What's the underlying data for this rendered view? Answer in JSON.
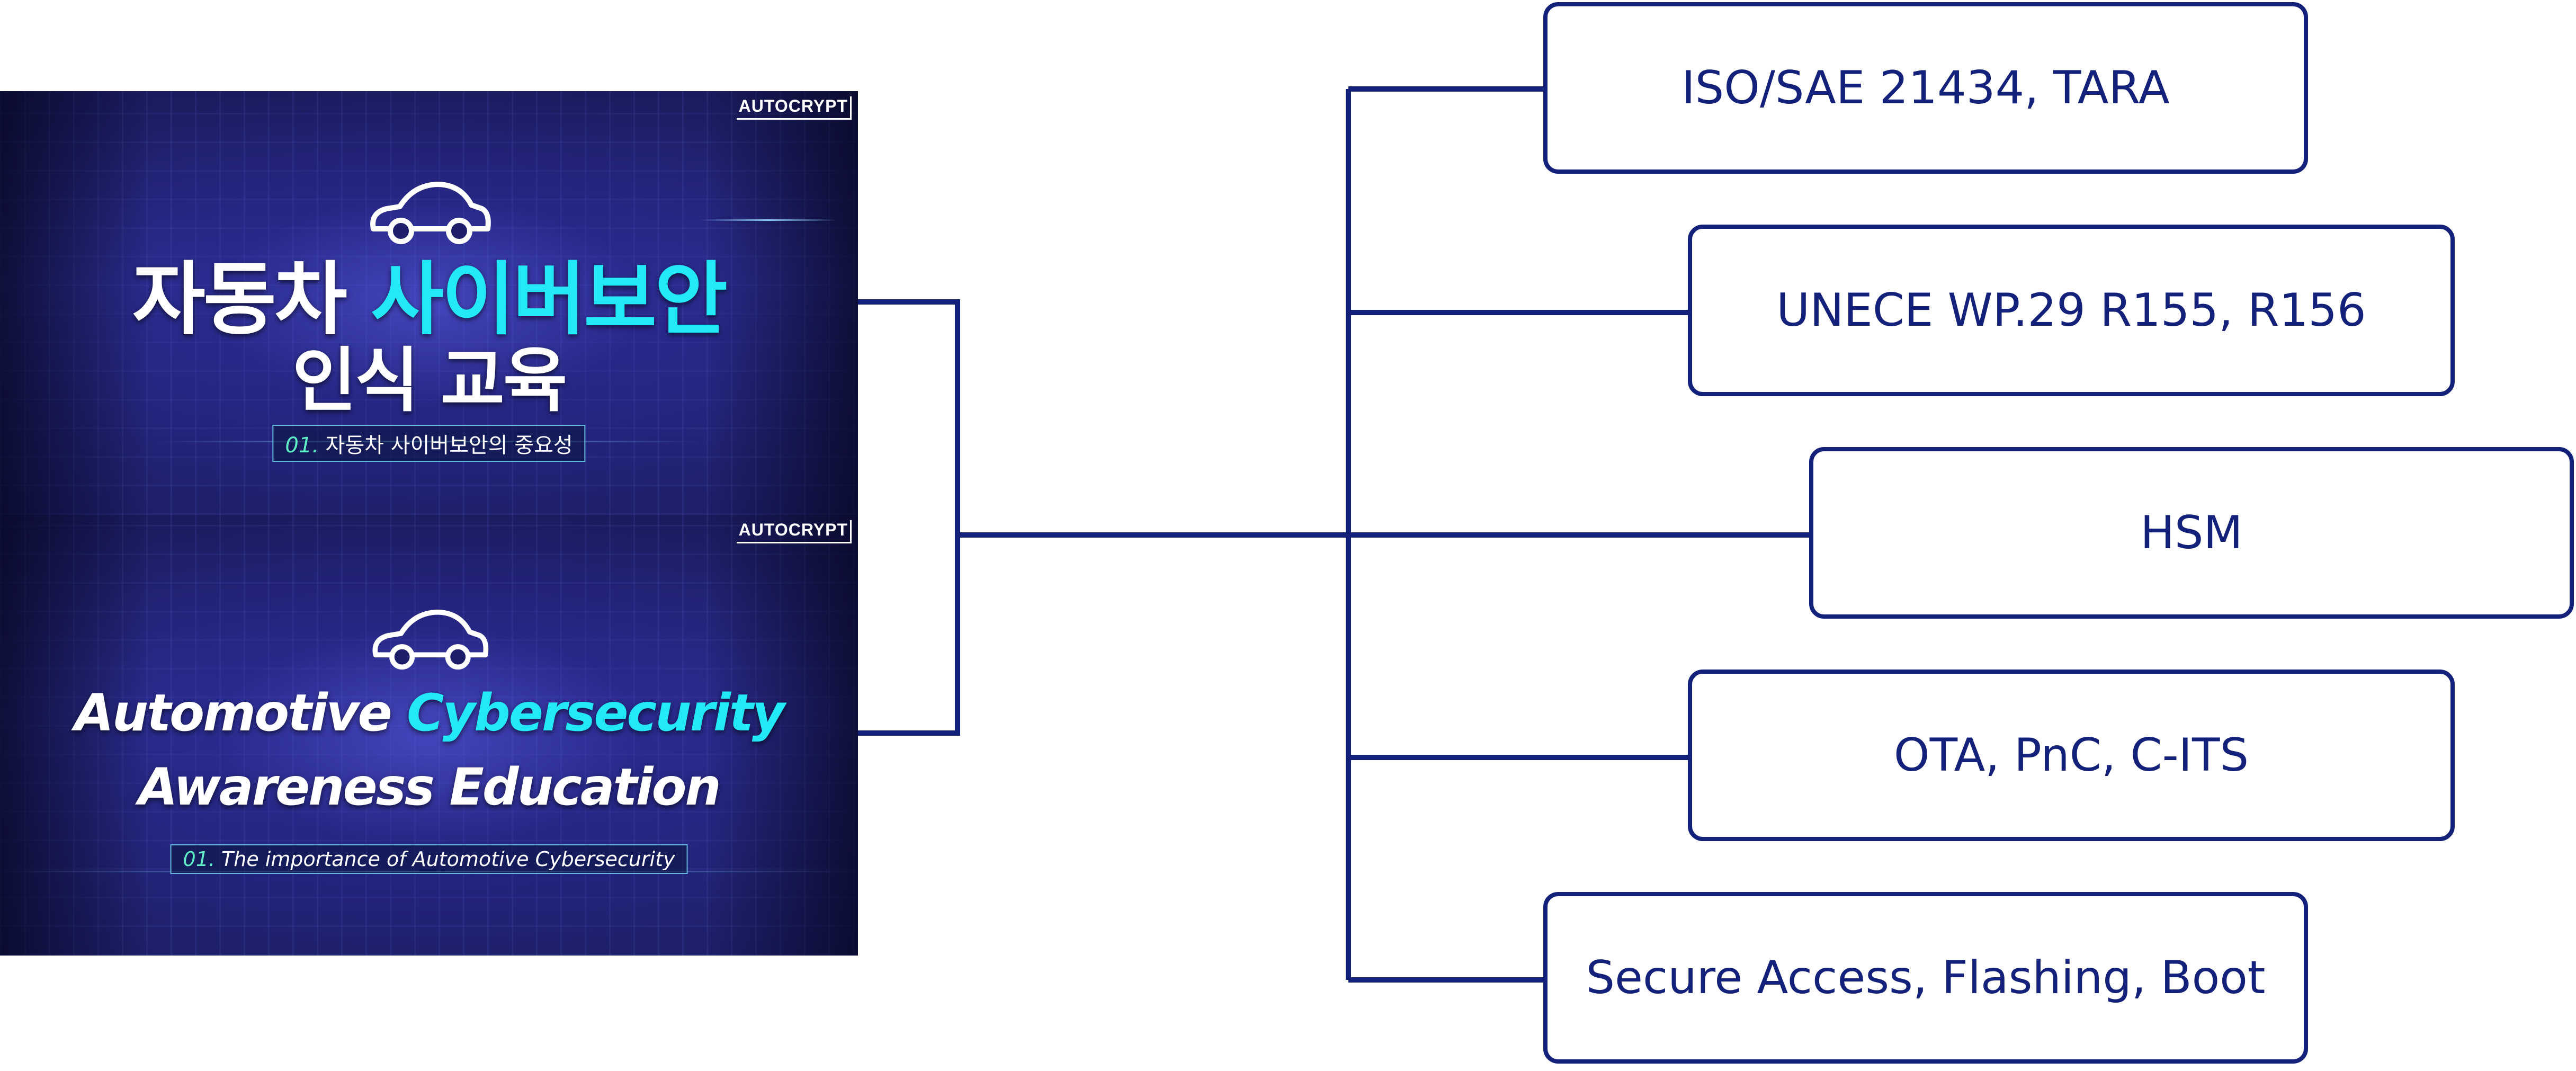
{
  "thumbnails": {
    "korean": {
      "logo": "AUTOCRYPT",
      "title_line1_white": "자동차 ",
      "title_line1_cyan": "사이버보안",
      "title_line2": "인식 교육",
      "subtitle_num": "01.",
      "subtitle_text": " 자동차 사이버보안의 중요성"
    },
    "english": {
      "logo": "AUTOCRYPT",
      "title_line1_white": "Automotive ",
      "title_line1_cyan": "Cybersecurity",
      "title_line2": "Awareness Education",
      "subtitle_num": "01.",
      "subtitle_text": " The importance of Automotive Cybersecurity"
    },
    "accent_color": "#22e8f7"
  },
  "topics": [
    "ISO/SAE 21434, TARA",
    "UNECE WP.29 R155, R156",
    "HSM",
    "OTA, PnC, C-ITS",
    "Secure Access, Flashing, Boot"
  ],
  "connector_color": "#14217a"
}
